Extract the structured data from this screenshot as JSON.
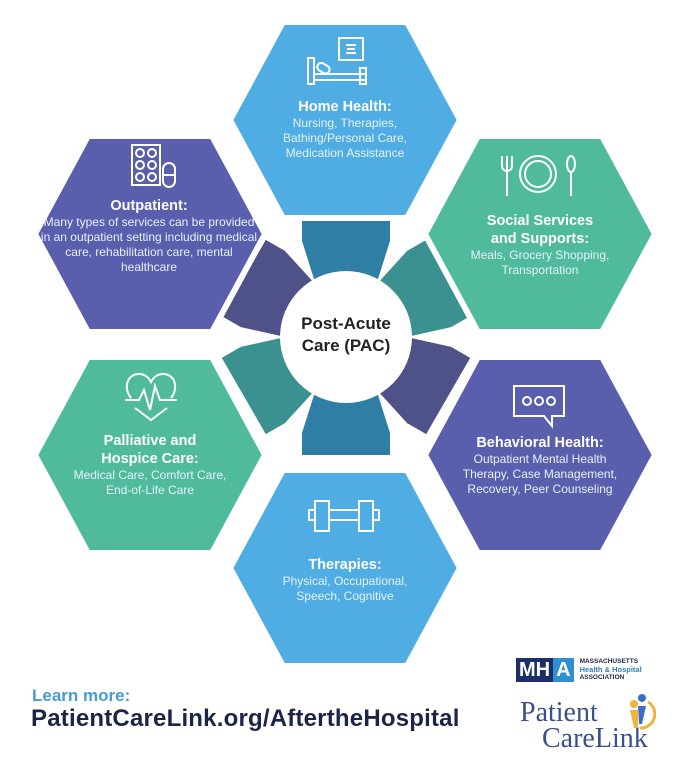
{
  "center": {
    "line1": "Post-Acute",
    "line2": "Care (PAC)"
  },
  "colors": {
    "blue": "#4fade3",
    "purple": "#5a5fad",
    "green": "#4fbb9c",
    "tooth_blue": "#2f7ea6",
    "tooth_teal": "#3a918f",
    "tooth_purple": "#4e5288"
  },
  "segments": [
    {
      "id": "home-health",
      "icon": "hospital-bed-icon",
      "title": "Home Health:",
      "description": "Nursing, Therapies, Bathing/Personal Care, Medication Assistance"
    },
    {
      "id": "social-services",
      "icon": "plate-utensils-icon",
      "title": "Social Services and Supports:",
      "description": "Meals, Grocery Shopping, Transportation"
    },
    {
      "id": "behavioral-health",
      "icon": "speech-bubble-icon",
      "title": "Behavioral Health:",
      "description": "Outpatient Mental Health Therapy, Case Management, Recovery, Peer Counseling"
    },
    {
      "id": "therapies",
      "icon": "dumbbell-icon",
      "title": "Therapies:",
      "description": "Physical, Occupational, Speech, Cognitive"
    },
    {
      "id": "palliative",
      "icon": "heart-pulse-icon",
      "title": "Palliative and Hospice Care:",
      "description": "Medical Care, Comfort Care, End-of-Life Care"
    },
    {
      "id": "outpatient",
      "icon": "pills-icon",
      "title": "Outpatient:",
      "description": "Many types of services can be provided in an outpatient setting including medical care, rehabilitation care, mental healthcare"
    }
  ],
  "footer": {
    "learn_more": "Learn more:",
    "url": "PatientCareLink.org/AftertheHospital"
  },
  "logos": {
    "mha": {
      "letters": [
        "MH",
        "A"
      ],
      "line1": "MASSACHUSETTS",
      "line2": "Health & Hospital",
      "line3": "ASSOCIATION"
    },
    "patient_carelink": {
      "line1": "Patient",
      "line2": "CareLink"
    }
  }
}
